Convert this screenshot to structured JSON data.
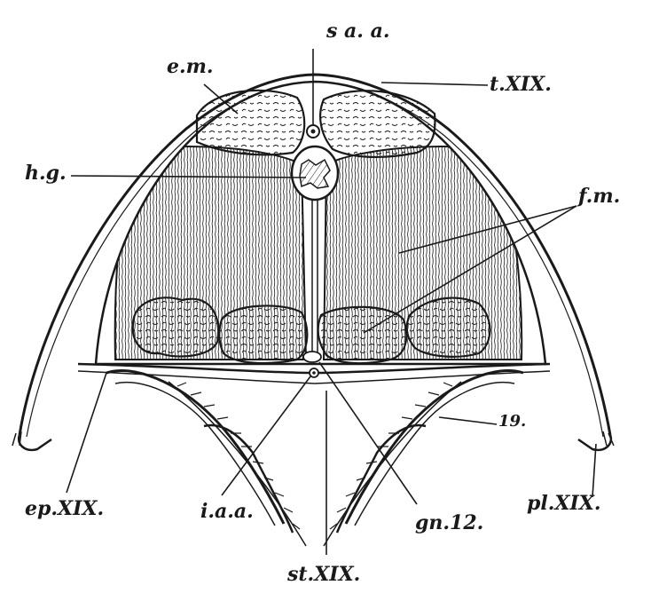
{
  "figure": {
    "labels": {
      "saa": "s a. a.",
      "em": "e.m.",
      "txix": "t.XIX.",
      "hg": "h.g.",
      "fm": "f.m.",
      "n19": "19.",
      "epxix": "ep.XIX.",
      "iaa": "i.a.a.",
      "gn12": "gn.12.",
      "plxix": "pl.XIX.",
      "stxix": "st.XIX."
    },
    "colors": {
      "ink": "#1a1a1a",
      "paper": "#ffffff",
      "tissue": "#f4f2ee"
    }
  }
}
